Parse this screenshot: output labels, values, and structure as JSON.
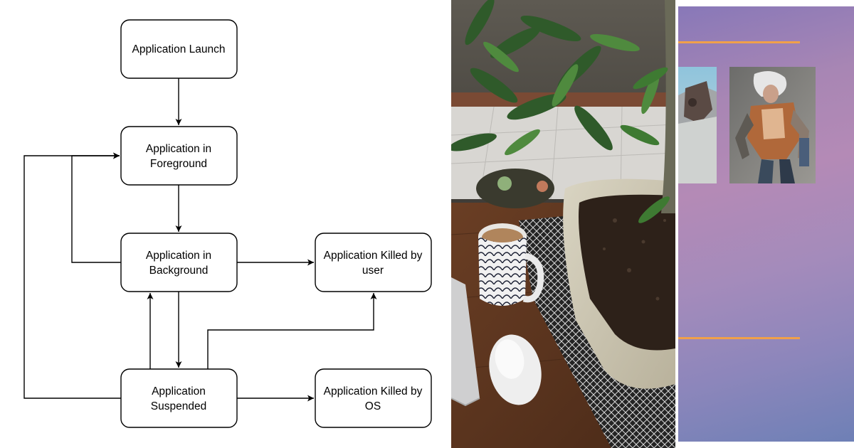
{
  "diagram": {
    "nodes": {
      "launch": {
        "lines": [
          "Application Launch"
        ]
      },
      "foreground": {
        "lines": [
          "Application in",
          "Foreground"
        ]
      },
      "background": {
        "lines": [
          "Application in",
          "Background"
        ]
      },
      "suspended": {
        "lines": [
          "Application",
          "Suspended"
        ]
      },
      "killed_user": {
        "lines": [
          "Application Killed by",
          "user"
        ]
      },
      "killed_os": {
        "lines": [
          "Application Killed by",
          "OS"
        ]
      }
    },
    "edges": [
      {
        "from": "launch",
        "to": "foreground"
      },
      {
        "from": "foreground",
        "to": "background"
      },
      {
        "from": "background",
        "to": "foreground"
      },
      {
        "from": "background",
        "to": "killed_user"
      },
      {
        "from": "background",
        "to": "suspended"
      },
      {
        "from": "suspended",
        "to": "background"
      },
      {
        "from": "suspended",
        "to": "killed_user"
      },
      {
        "from": "suspended",
        "to": "killed_os"
      },
      {
        "from": "suspended",
        "to": "foreground"
      }
    ]
  },
  "colors": {
    "diagram_stroke": "#000000",
    "card_accent": "#f0a04a",
    "card_gradient_start": "#8878b8",
    "card_gradient_end": "#6e80b6"
  }
}
